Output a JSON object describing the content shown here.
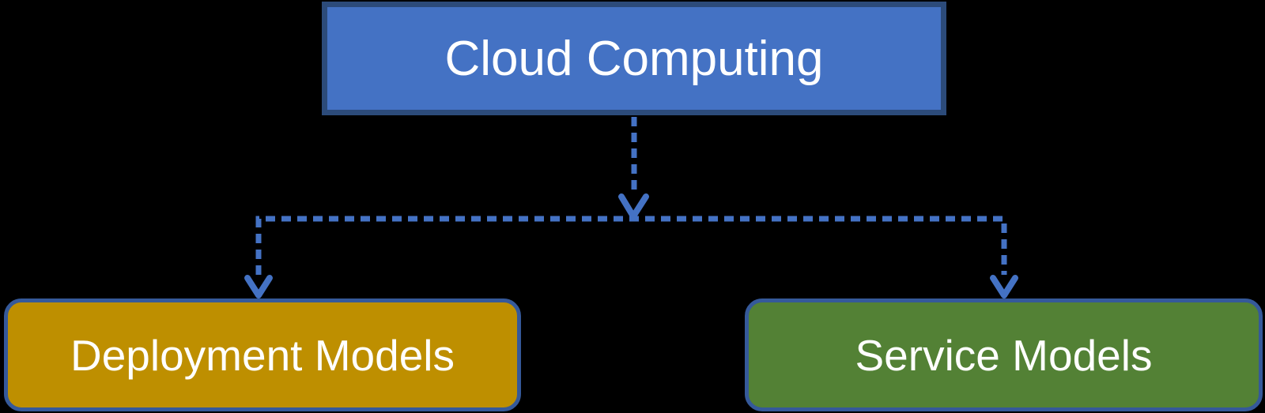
{
  "diagram": {
    "background_color": "#000000",
    "connector_color": "#4472C4",
    "text_color": "#FFFFFF",
    "nodes": {
      "root": {
        "label": "Cloud Computing",
        "fill": "#4472C4",
        "border_color": "#2C4B7A"
      },
      "deployment": {
        "label": "Deployment Models",
        "fill": "#BE8F00",
        "border_color": "#35599A"
      },
      "service": {
        "label": "Service Models",
        "fill": "#538135",
        "border_color": "#35599A"
      }
    },
    "edges": [
      {
        "from": "Cloud Computing",
        "to": "Deployment Models",
        "style": "dashed-arrow"
      },
      {
        "from": "Cloud Computing",
        "to": "Service Models",
        "style": "dashed-arrow"
      }
    ]
  }
}
